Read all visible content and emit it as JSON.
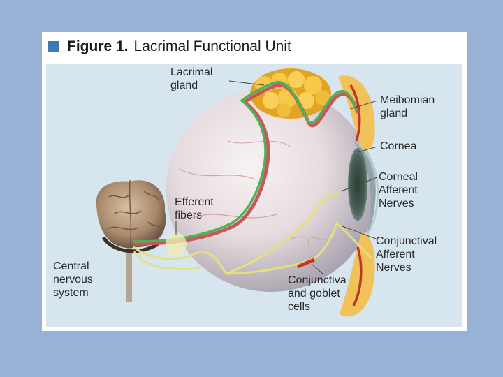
{
  "figure": {
    "number": "Figure 1.",
    "title": "Lacrimal Functional Unit"
  },
  "labels": {
    "lacrimal_gland": "Lacrimal\ngland",
    "meibomian_gland": "Meibomian\ngland",
    "cornea": "Cornea",
    "corneal_afferent": "Corneal\nAfferent\nNerves",
    "efferent_fibers": "Efferent\nfibers",
    "conjunctival_afferent": "Conjunctival\nAfferent\nNerves",
    "cns": "Central\nnervous\nsystem",
    "conjunctiva": "Conjunctiva\nand goblet\ncells"
  },
  "colors": {
    "slide_background": "#98b2d6",
    "panel_background": "#d6e5ee",
    "efferent_nerve": "#4fb356",
    "afferent_nerve": "#e6e07a",
    "gland": "#f2bd34"
  },
  "icons": {
    "bullet": "blue-square-icon",
    "brain": "brain-icon",
    "eye": "eyeball-icon",
    "lacrimal_gland": "gland-icon"
  }
}
